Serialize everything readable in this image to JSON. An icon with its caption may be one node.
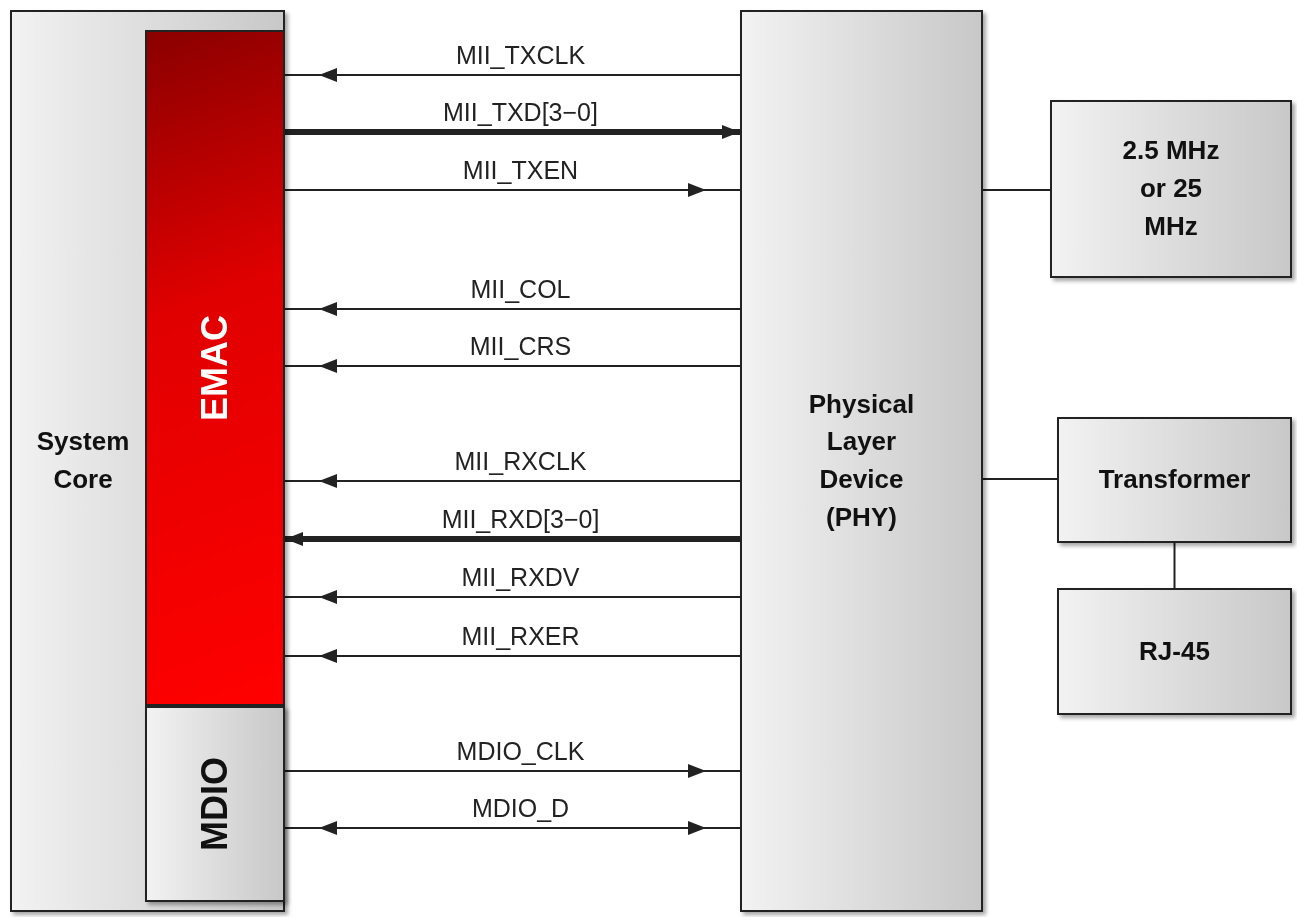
{
  "diagram": {
    "nodes": [
      {
        "text": [
          "System Core"
        ]
      },
      {
        "text": [
          "EMAC"
        ],
        "in": 0
      },
      {
        "text": [
          "MDIO"
        ],
        "in": 0
      },
      {
        "text": [
          "Physical Layer Device (PHY)"
        ]
      },
      {
        "text": [
          "2.5 MHz or 25 MHz"
        ]
      },
      {
        "text": [
          "Transformer"
        ]
      },
      {
        "text": [
          "RJ-45"
        ]
      }
    ],
    "edges": [
      {
        "from": 3,
        "to": 1,
        "arrow": "to",
        "label": "MII_TXCLK"
      },
      {
        "from": 1,
        "to": 3,
        "arrow": "to",
        "label": "MII_TXD[3−0]",
        "style": "thick"
      },
      {
        "from": 1,
        "to": 3,
        "arrow": "to",
        "label": "MII_TXEN"
      },
      {
        "from": 3,
        "to": 1,
        "arrow": "to",
        "label": "MII_COL"
      },
      {
        "from": 3,
        "to": 1,
        "arrow": "to",
        "label": "MII_CRS"
      },
      {
        "from": 3,
        "to": 1,
        "arrow": "to",
        "label": "MII_RXCLK"
      },
      {
        "from": 3,
        "to": 1,
        "arrow": "to",
        "label": "MII_RXD[3−0]",
        "style": "thick"
      },
      {
        "from": 3,
        "to": 1,
        "arrow": "to",
        "label": "MII_RXDV"
      },
      {
        "from": 3,
        "to": 1,
        "arrow": "to",
        "label": "MII_RXER"
      },
      {
        "from": 2,
        "to": 3,
        "arrow": "to",
        "label": "MDIO_CLK"
      },
      {
        "from": 2,
        "to": 3,
        "arrow": "both",
        "label": "MDIO_D"
      },
      {
        "from": 3,
        "to": 4,
        "arrow": "none"
      },
      {
        "from": 3,
        "to": 5,
        "arrow": "none"
      },
      {
        "from": 5,
        "to": 6,
        "arrow": "none"
      }
    ]
  }
}
